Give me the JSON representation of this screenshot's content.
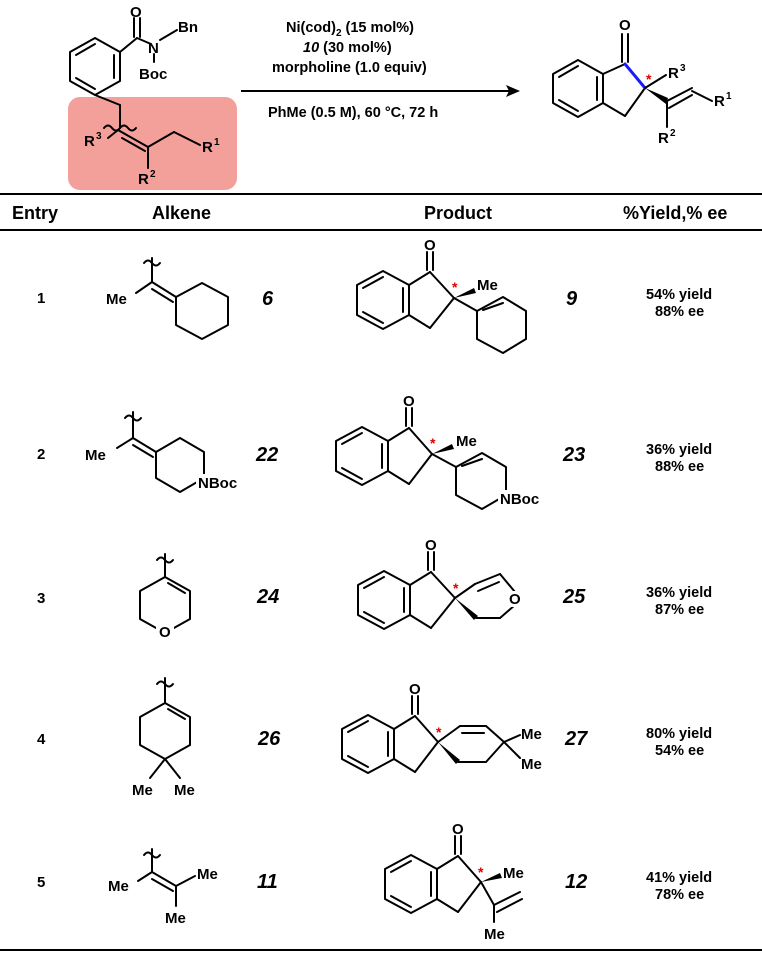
{
  "scheme": {
    "reactant_labels": {
      "bn": "Bn",
      "n": "N",
      "boc": "Boc",
      "o": "O",
      "r3": "R",
      "r3_sup": "3",
      "r2": "R",
      "r2_sup": "2",
      "r1": "R",
      "r1_sup": "1"
    },
    "conditions": {
      "line1_main": "Ni(cod)",
      "line1_sub": "2",
      "line1_rest": " (15 mol%)",
      "line2_num": "10",
      "line2_rest": " (30 mol%)",
      "line3": "morpholine (1.0 equiv)",
      "line4": "PhMe (0.5 M), 60 °C, 72 h"
    },
    "product_labels": {
      "o": "O",
      "r3": "R",
      "r3_sup": "3",
      "r2": "R",
      "r2_sup": "2",
      "r1": "R",
      "r1_sup": "1",
      "star": "*"
    },
    "colors": {
      "highlight": "#f4a09a",
      "new_bond": "#1a1aff",
      "stereocenter": "#e00000"
    }
  },
  "table": {
    "headers": {
      "entry": "Entry",
      "alkene": "Alkene",
      "product": "Product",
      "result": "%Yield,% ee"
    },
    "rows": [
      {
        "entry": "1",
        "alkene_id": "6",
        "alkene_labels": {
          "me": "Me"
        },
        "product_id": "9",
        "product_labels": {
          "o": "O",
          "me": "Me",
          "star": "*"
        },
        "yield": "54% yield",
        "ee": "88% ee"
      },
      {
        "entry": "2",
        "alkene_id": "22",
        "alkene_labels": {
          "me": "Me",
          "nboc": "NBoc"
        },
        "product_id": "23",
        "product_labels": {
          "o": "O",
          "me": "Me",
          "nboc": "NBoc",
          "star": "*"
        },
        "yield": "36% yield",
        "ee": "88% ee"
      },
      {
        "entry": "3",
        "alkene_id": "24",
        "alkene_labels": {
          "o": "O"
        },
        "product_id": "25",
        "product_labels": {
          "o": "O",
          "o2": "O",
          "star": "*"
        },
        "yield": "36% yield",
        "ee": "87% ee"
      },
      {
        "entry": "4",
        "alkene_id": "26",
        "alkene_labels": {
          "me1": "Me",
          "me2": "Me"
        },
        "product_id": "27",
        "product_labels": {
          "o": "O",
          "me1": "Me",
          "me2": "Me",
          "star": "*"
        },
        "yield": "80% yield",
        "ee": "54% ee"
      },
      {
        "entry": "5",
        "alkene_id": "11",
        "alkene_labels": {
          "me1": "Me",
          "me2": "Me",
          "me3": "Me"
        },
        "product_id": "12",
        "product_labels": {
          "o": "O",
          "me1": "Me",
          "me2": "Me",
          "star": "*"
        },
        "yield": "41% yield",
        "ee": "78% ee"
      }
    ]
  }
}
